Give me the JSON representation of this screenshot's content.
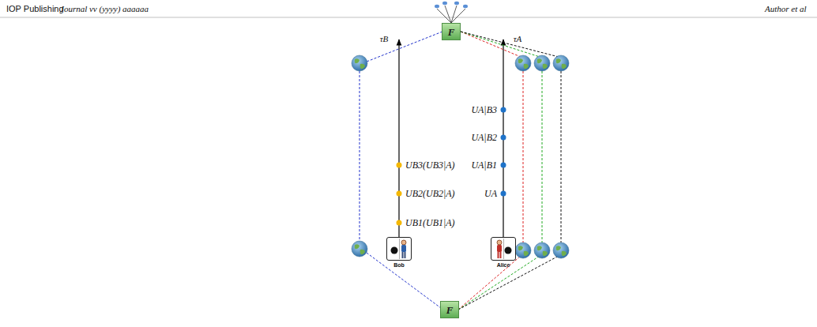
{
  "diagram": {
    "nodes": [
      {
        "text": [
          "F"
        ]
      },
      {
        "text": [
          "Bob"
        ]
      },
      {
        "text": [
          "Alice"
        ]
      },
      {
        "text": [
          "F"
        ]
      }
    ],
    "labels": [
      "IOP Publishing",
      "Journal vv (yyyy) aaaaaa",
      "Author et al",
      "τB",
      "τA",
      "UA|B3",
      "UA|B2",
      "UB3(UB3|A)",
      "UA|B1",
      "UB2(UB2|A)",
      "UA",
      "UB1(UB1|A)"
    ]
  }
}
